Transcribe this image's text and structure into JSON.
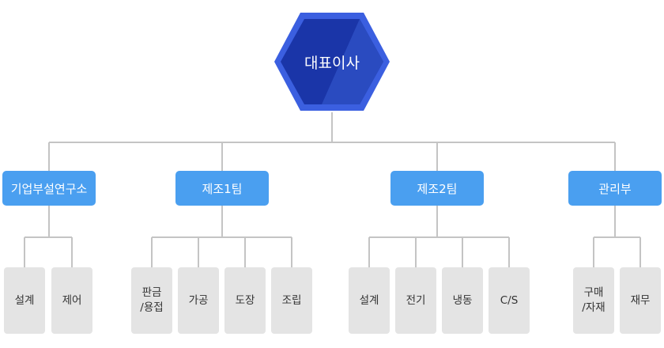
{
  "ceo": {
    "label": "대표이사"
  },
  "departments": [
    {
      "label": "기업부설연구소",
      "subs": [
        "설계",
        "제어"
      ]
    },
    {
      "label": "제조1팀",
      "subs": [
        "판금\n/용접",
        "가공",
        "도장",
        "조립"
      ]
    },
    {
      "label": "제조2팀",
      "subs": [
        "설계",
        "전기",
        "냉동",
        "C/S"
      ]
    },
    {
      "label": "관리부",
      "subs": [
        "구매\n/자재",
        "재무"
      ]
    }
  ],
  "colors": {
    "hex_outer": "#3b5fe0",
    "hex_inner": "#1a35a8",
    "dept_fill": "#4a9ff0",
    "sub_fill": "#e4e4e4",
    "connector": "#c4c4c4"
  }
}
